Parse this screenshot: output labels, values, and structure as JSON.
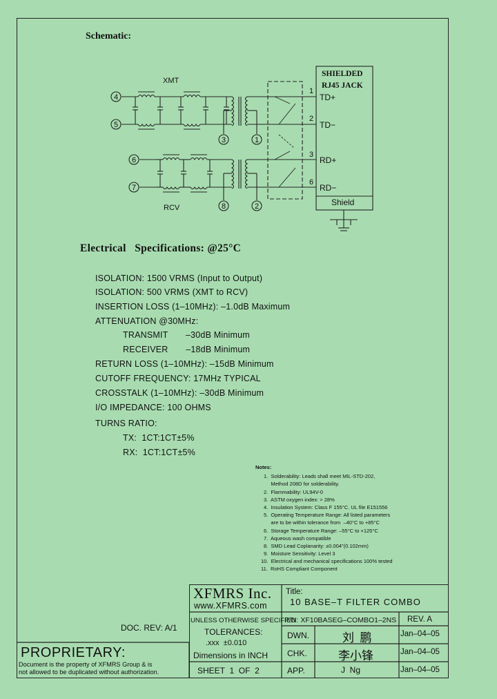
{
  "schematic": {
    "title": "Schematic:",
    "jack_title_1": "SHIELDED",
    "jack_title_2": "RJ45 JACK",
    "xmt_label": "XMT",
    "rcv_label": "RCV",
    "pins": {
      "p4": "4",
      "p5": "5",
      "p6": "6",
      "p7": "7",
      "p3": "3",
      "p1": "1",
      "p8": "8",
      "p2": "2"
    },
    "jack_pins": {
      "j1": "1",
      "j2": "2",
      "j3": "3",
      "j6": "6"
    },
    "jack_signals": {
      "td_plus": "TD+",
      "td_minus": "TD−",
      "rd_plus": "RD+",
      "rd_minus": "RD−"
    },
    "shield_label": "Shield"
  },
  "electrical": {
    "heading": "Electrical   Specifications: @25°C",
    "lines": [
      "ISOLATION:  1500 VRMS (Input to Output)",
      "ISOLATION: 500 VRMS (XMT to RCV)",
      "INSERTION LOSS (1–10MHz): –1.0dB Maximum",
      "ATTENUATION @30MHz:",
      "TRANSMIT       –30dB Minimum",
      "RECEIVER       –18dB Minimum",
      "RETURN LOSS (1–10MHz): –15dB Minimum",
      "CUTOFF FREQUENCY: 17MHz TYPICAL",
      "CROSSTALK (1–10MHz): –30dB Minimum",
      "I/O IMPEDANCE:  100 OHMS",
      "TURNS RATIO:",
      "TX:  1CT:1CT±5%",
      "RX:  1CT:1CT±5%"
    ]
  },
  "notes": {
    "heading": "Notes:",
    "items": [
      "1.  Solderability: Leads shall meet MIL-STD-202,",
      "     Method 208D for solderability.",
      "2.  Flammability: UL94V-0",
      "3.  ASTM oxygen index: > 28%",
      "4.  Insulation System: Class F 155°C. UL file E151556",
      "5.  Operating Temperature Range: All listed parameters",
      "     are to be within tolerance from  –40°C to +85°C",
      "6.  Storage Temperature Range: –55°C to +125°C",
      "7.  Aqueous wash compatible",
      "8.  SMD Lead Coplanarity: ±0.004\"(0.102mm)",
      "9.  Moisture Sensitivity: Level 3",
      "10.  Electrical and mechanical specifications 100% tested",
      "11.  RoHS Compliant Component"
    ]
  },
  "title_block": {
    "company": "XFMRS Inc.",
    "website": "www.XFMRS.com",
    "title_label": "Title:",
    "title": "10 BASE–T FILTER COMBO",
    "unless": "UNLESS OTHERWISE SPECIFIED",
    "tolerances": "TOLERANCES:",
    "tol_value": ".xxx  ±0.010",
    "dimensions": "Dimensions in INCH",
    "pn": "P/N: XF10BASEG–COMBO1–2NS",
    "rev": "REV. A",
    "dwn": "DWN.",
    "dwn_name": "刘  鹏",
    "dwn_date": "Jan–04–05",
    "chk": "CHK.",
    "chk_name": "李小锋",
    "chk_date": "Jan–04–05",
    "app": "APP.",
    "app_name": "J  Ng",
    "app_date": "Jan–04–05",
    "sheet": "SHEET  1  OF  2",
    "doc_rev": "DOC. REV: A/1",
    "proprietary": "PROPRIETARY:",
    "prop_line1": "Document is the property of XFMRS Group & is",
    "prop_line2": "not allowed to be duplicated without authorization."
  }
}
